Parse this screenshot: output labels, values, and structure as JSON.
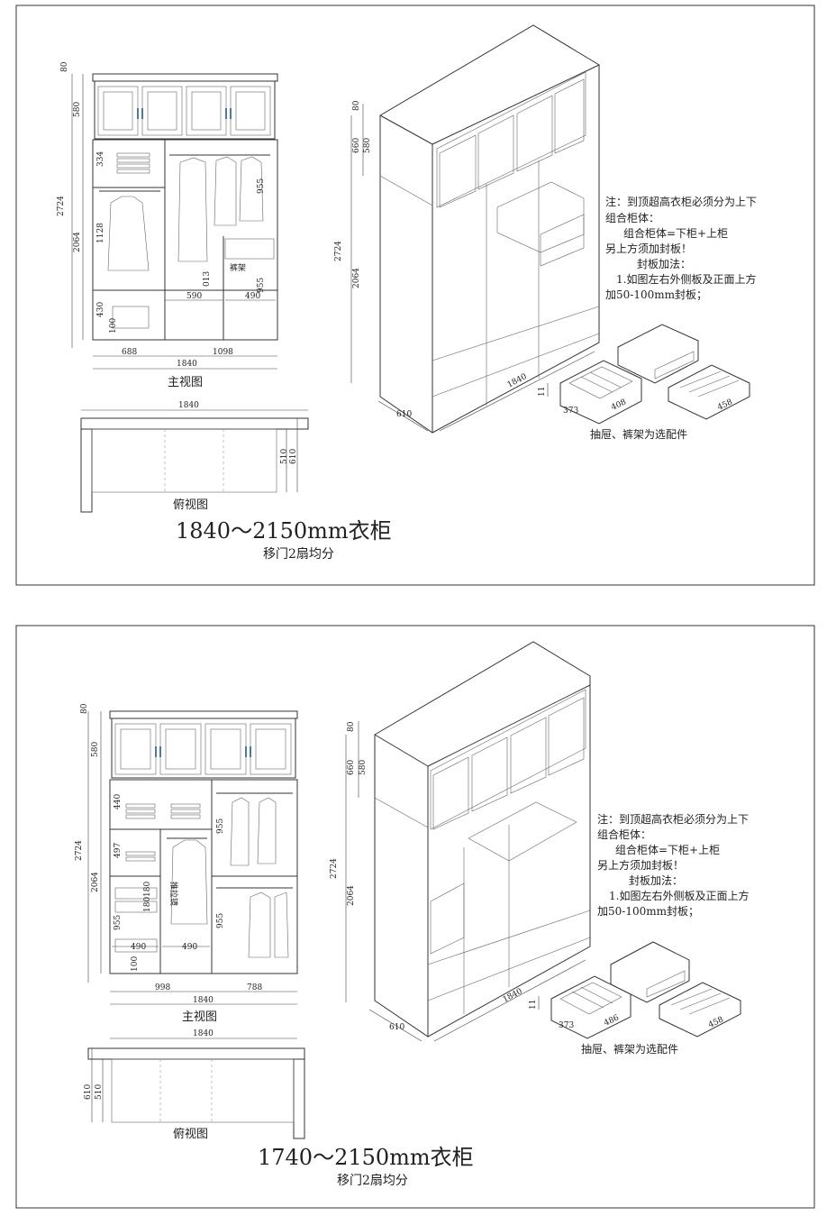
{
  "panels": [
    {
      "front_dims": {
        "top_h": "80",
        "upper_h": "580",
        "total_h": "2724",
        "lower_h": "2064",
        "shelf_h": "334",
        "hang_h": "1128",
        "bottom_h": "430",
        "base_h": "100",
        "right_hang_h": "955",
        "drawer_h": "013",
        "right_low_h": "955",
        "mid_w": "590",
        "right_w": "490",
        "left_w": "688",
        "right_sec_w": "1098",
        "total_w": "1840"
      },
      "rack_label": "裤架",
      "front_label": "主视图",
      "top_view_width": "1840",
      "top_view_depth_outer": "610",
      "top_view_depth_inner": "510",
      "top_view_label": "俯视图",
      "title": "1840～2150mm衣柜",
      "subtitle": "移门2扇均分",
      "iso_dims": {
        "top": "80",
        "upper_outer": "660",
        "upper_inner": "580",
        "total": "2724",
        "lower": "2064",
        "width": "1840",
        "depth": "610"
      },
      "accessory_dims": {
        "h": "11",
        "tray_d": "373",
        "tray_w": "408",
        "rack_w": "458"
      },
      "notes": [
        "注：到顶超高衣柜必须分为上下",
        "组合柜体：",
        "组合柜体=下柜+上柜",
        "另上方须加封板！",
        "封板加法：",
        "1.如图左右外侧板及正面上方",
        "加50-100mm封板；"
      ],
      "accessory_label": "抽屉、裤架为选配件"
    },
    {
      "front_dims": {
        "top_h": "80",
        "upper_h": "580",
        "total_h": "2724",
        "lower_h": "2064",
        "shelf_h": "440",
        "mid_h": "497",
        "drawer_h1": "180",
        "drawer_h2": "180",
        "low_h": "955",
        "right_hang_h": "955",
        "right_low_h": "955",
        "base_h": "100",
        "drawer_w1": "490",
        "drawer_w2": "490",
        "left_w": "998",
        "right_w": "788",
        "total_w": "1840"
      },
      "drawer_label": "推拉镜",
      "front_label": "主视图",
      "top_view_width": "1840",
      "top_view_depth_outer": "610",
      "top_view_depth_inner": "510",
      "top_view_label": "俯视图",
      "title": "1740～2150mm衣柜",
      "subtitle": "移门2扇均分",
      "iso_dims": {
        "top": "80",
        "upper_outer": "660",
        "upper_inner": "580",
        "total": "2724",
        "lower": "2064",
        "width": "1840",
        "depth": "610"
      },
      "accessory_dims": {
        "h": "11",
        "tray_d": "373",
        "tray_w": "486",
        "rack_w": "458"
      },
      "notes": [
        "注：到顶超高衣柜必须分为上下",
        "组合柜体：",
        "组合柜体=下柜+上柜",
        "另上方须加封板！",
        "封板加法：",
        "1.如图左右外侧板及正面上方",
        "加50-100mm封板；"
      ],
      "accessory_label": "抽屉、裤架为选配件"
    }
  ]
}
